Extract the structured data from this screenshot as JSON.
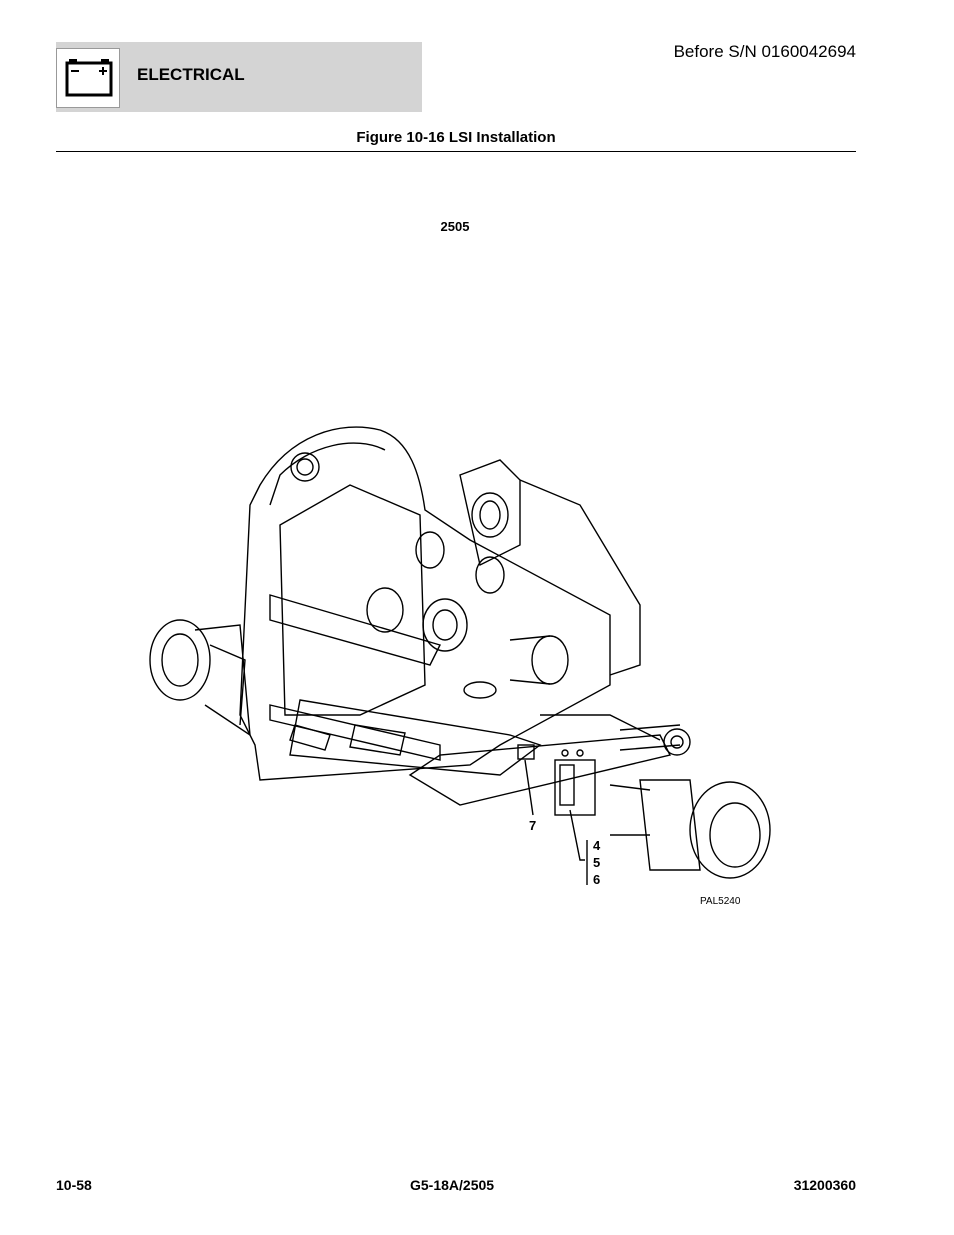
{
  "header": {
    "section": "ELECTRICAL",
    "serial_note": "Before S/N 0160042694",
    "icon": "battery-icon"
  },
  "figure": {
    "title": "Figure 10-16 LSI Installation",
    "model": "2505",
    "drawing_id": "PAL5240",
    "callouts": {
      "c7": "7",
      "c4": "4",
      "c5": "5",
      "c6": "6"
    }
  },
  "footer": {
    "page": "10-58",
    "model": "G5-18A/2505",
    "doc_number": "31200360"
  }
}
